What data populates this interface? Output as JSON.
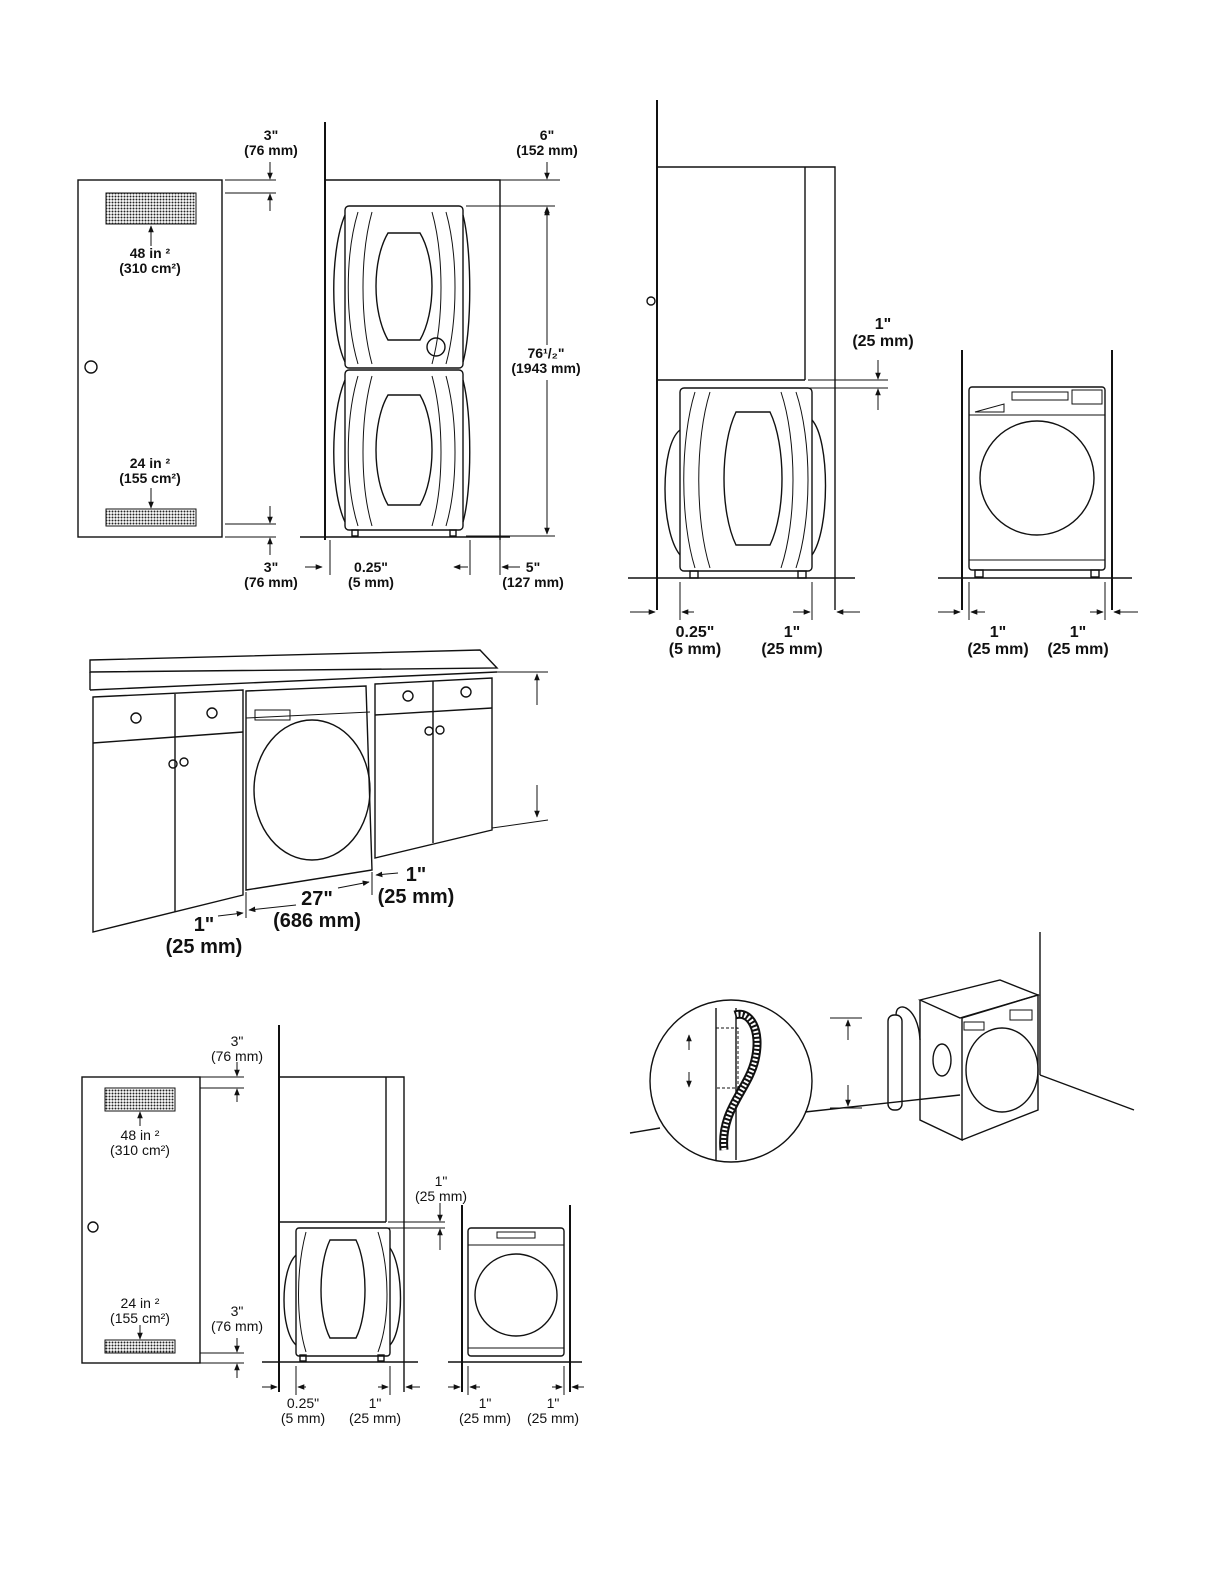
{
  "closet_stacked": {
    "top_gap": [
      "3\"",
      "(76 mm)"
    ],
    "top_vent": [
      "48 in ²",
      "(310 cm²)"
    ],
    "bottom_vent": [
      "24 in ²",
      "(155 cm²)"
    ],
    "bottom_gap": [
      "3\"",
      "(76 mm)"
    ],
    "rear_gap": [
      "0.25\"",
      "(5 mm)"
    ],
    "side_gap": [
      "5\"",
      "(127 mm)"
    ],
    "top_clearance": [
      "6\"",
      "(152 mm)"
    ],
    "height": [
      "76¹/₂\"",
      "(1943 mm)"
    ]
  },
  "recess_stacked": {
    "top_gap": [
      "1\"",
      "(25 mm)"
    ],
    "rear_gap": [
      "0.25\"",
      "(5 mm)"
    ],
    "front_gap": [
      "1\"",
      "(25 mm)"
    ],
    "side_left": [
      "1\"",
      "(25 mm)"
    ],
    "side_right": [
      "1\"",
      "(25 mm)"
    ]
  },
  "undercounter": {
    "left_gap": [
      "1\"",
      "(25 mm)"
    ],
    "width": [
      "27\"",
      "(686 mm)"
    ],
    "right_gap": [
      "1\"",
      "(25 mm)"
    ]
  },
  "closet_single": {
    "top_gap": [
      "3\"",
      "(76 mm)"
    ],
    "top_vent": [
      "48 in ²",
      "(310 cm²)"
    ],
    "bottom_vent": [
      "24 in ²",
      "(155 cm²)"
    ],
    "bottom_gap": [
      "3\"",
      "(76 mm)"
    ],
    "top_clearance": [
      "1\"",
      "(25 mm)"
    ],
    "rear_gap": [
      "0.25\"",
      "(5 mm)"
    ],
    "front_gap": [
      "1\"",
      "(25 mm)"
    ],
    "side_left": [
      "1\"",
      "(25 mm)"
    ],
    "side_right": [
      "1\"",
      "(25 mm)"
    ]
  }
}
